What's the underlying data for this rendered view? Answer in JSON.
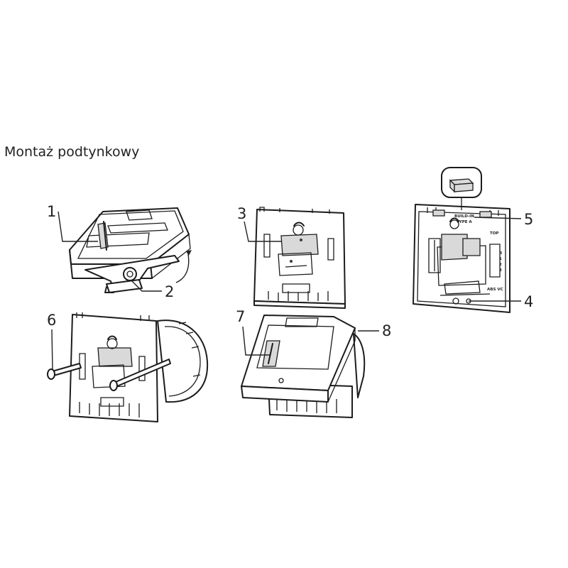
{
  "title": "Montaż podtynkowy",
  "callouts": [
    "1",
    "2",
    "3",
    "4",
    "5",
    "6",
    "7",
    "8"
  ],
  "plate_text": {
    "top": "TOP",
    "build_in": "BUILD-IN",
    "type_a": "TYPE A",
    "vdc": "ABS VC",
    "terminals": [
      "B",
      "1",
      "2",
      "3"
    ]
  }
}
